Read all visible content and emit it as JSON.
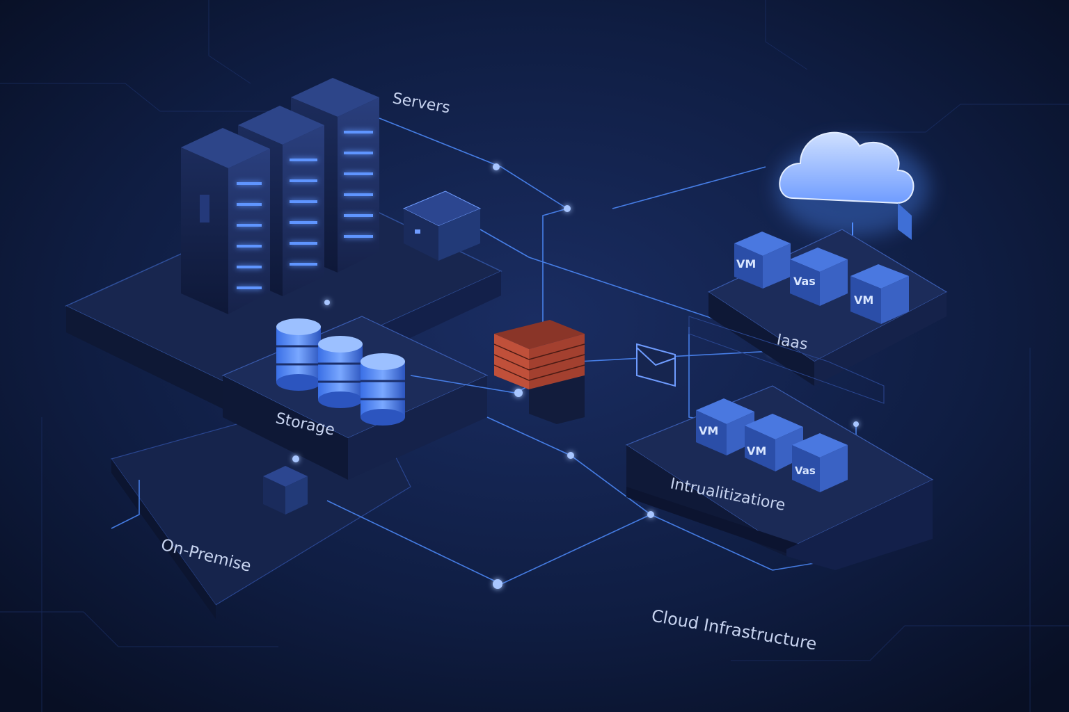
{
  "labels": {
    "servers": "Servers",
    "storage": "Storage",
    "on_premise": "On-Premise",
    "iaas": "Iaas",
    "virtualization": "Intrualitizatiore",
    "cloud_infrastructure": "Cloud Infrastructure"
  },
  "vm_tags": {
    "iaas_1": "VM",
    "iaas_2": "Vas",
    "iaas_3": "VM",
    "virt_1": "VM",
    "virt_2": "VM",
    "virt_3": "Vas"
  },
  "colors": {
    "background": "#0b1530",
    "accent_glow": "#4f8dff",
    "platform": "#1b2a55",
    "firewall": "#c0503a"
  },
  "icons": [
    "server-rack-icon",
    "database-icon",
    "cloud-icon",
    "firewall-icon",
    "mail-icon",
    "vm-cube-icon"
  ]
}
